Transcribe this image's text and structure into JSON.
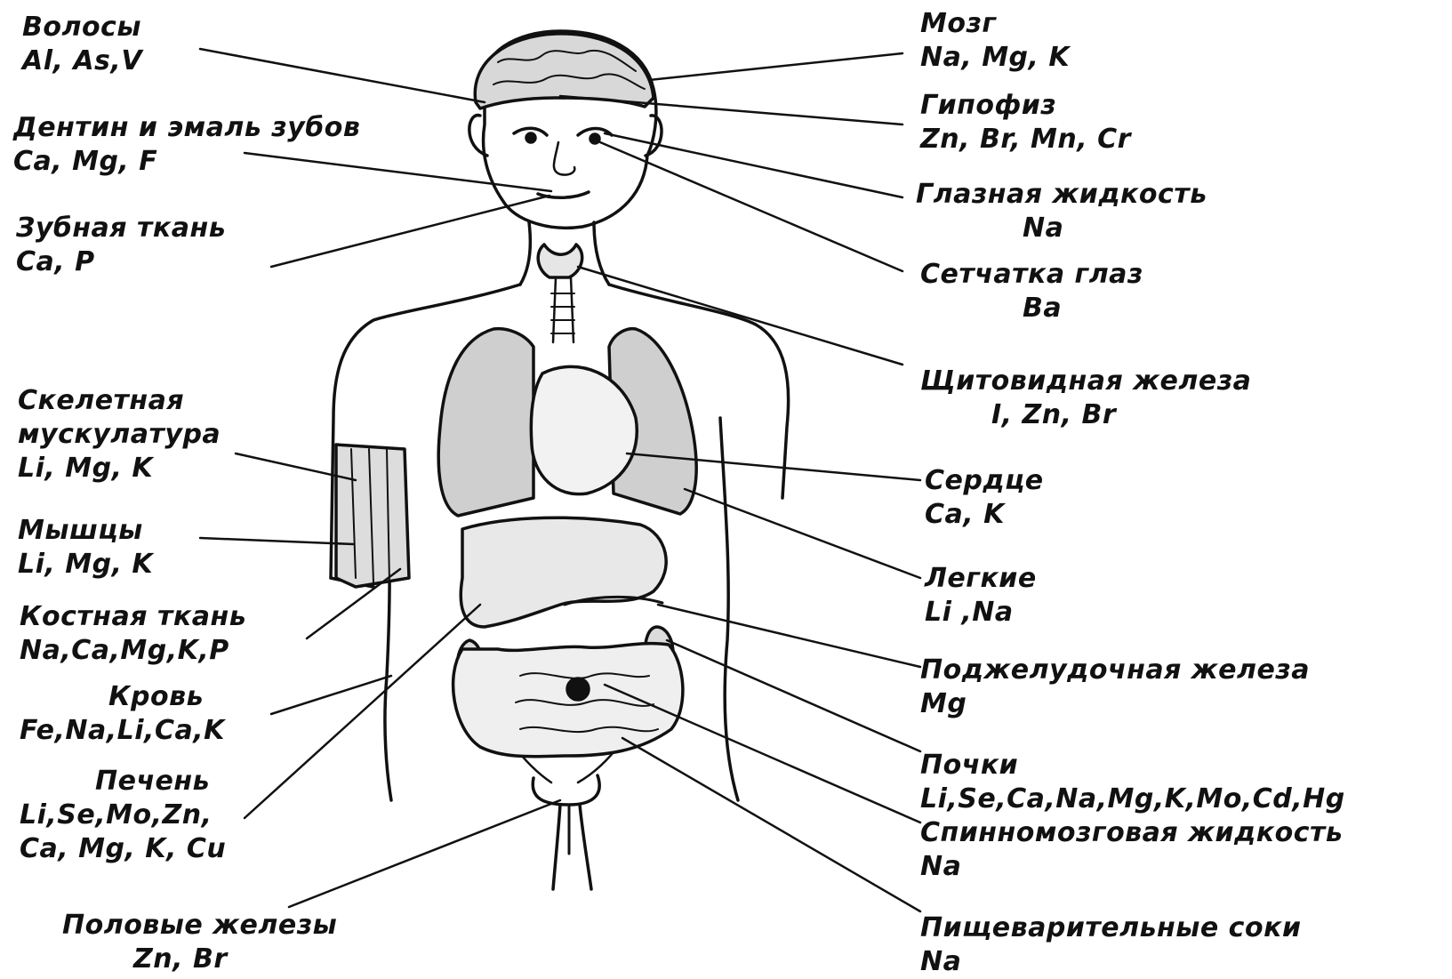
{
  "labels": {
    "hair": {
      "name": "Волосы",
      "elements": "Al, As,V"
    },
    "dentin": {
      "name": "Дентин и эмаль зубов",
      "elements": "Ca, Mg, F"
    },
    "tooth_tissue": {
      "name": "Зубная ткань",
      "elements": "Ca, P"
    },
    "skeletal": {
      "name1": "Скелетная",
      "name2": "мускулатура",
      "elements": "Li, Mg, K"
    },
    "muscles": {
      "name": "Мышцы",
      "elements": "Li, Mg, K"
    },
    "bone": {
      "name": "Костная ткань",
      "elements": "Na,Ca,Mg,K,P"
    },
    "blood": {
      "name": "Кровь",
      "elements": "Fe,Na,Li,Ca,K"
    },
    "liver": {
      "name": "Печень",
      "elements1": "Li,Se,Mo,Zn,",
      "elements2": "Ca, Mg, K, Cu"
    },
    "gonads": {
      "name": "Половые железы",
      "elements": "Zn, Br"
    },
    "brain": {
      "name": "Мозг",
      "elements": "Na, Mg, K"
    },
    "pituitary": {
      "name": "Гипофиз",
      "elements": "Zn, Br, Mn, Cr"
    },
    "eye_fluid": {
      "name": "Глазная жидкость",
      "elements": "Na"
    },
    "retina": {
      "name": "Сетчатка глаз",
      "elements": "Ba"
    },
    "thyroid": {
      "name": "Щитовидная железа",
      "elements": "I, Zn, Br"
    },
    "heart": {
      "name": "Сердце",
      "elements": "Ca, K"
    },
    "lungs": {
      "name": "Легкие",
      "elements": "Li ,Na"
    },
    "pancreas": {
      "name": "Поджелудочная железа",
      "elements": "Mg"
    },
    "kidneys": {
      "name": "Почки",
      "elements": "Li,Se,Ca,Na,Mg,K,Mo,Cd,Hg"
    },
    "csf": {
      "name": "Спинномозговая жидкость",
      "elements": "Na"
    },
    "digestive": {
      "name": "Пищеварительные соки",
      "elements": "Na"
    }
  },
  "colors": {
    "ink": "#111111",
    "background": "#ffffff",
    "organ_fill": "#e6e6e6"
  },
  "figure_description_icon": "human-anatomy-sketch"
}
